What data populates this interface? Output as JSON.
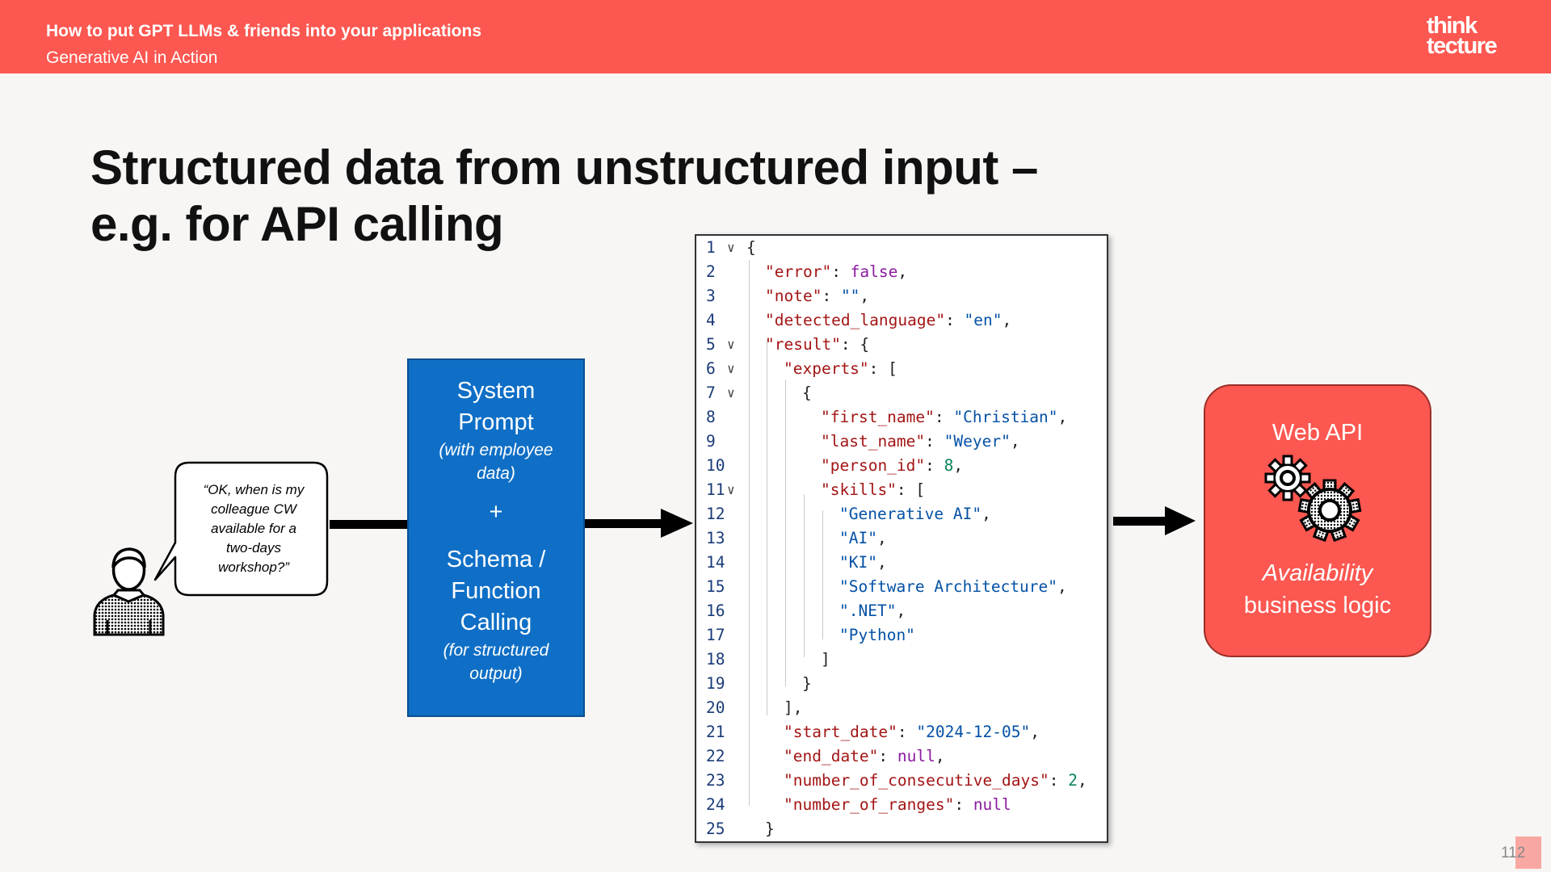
{
  "header": {
    "title": "How to put GPT LLMs & friends into your applications",
    "subtitle": "Generative AI in Action",
    "logo_line1": "think",
    "logo_line2": "tecture"
  },
  "slide": {
    "title_line1": "Structured data from unstructured input –",
    "title_line2": "e.g. for API calling"
  },
  "bubble": {
    "text_lines": [
      "“OK, when is my",
      "colleague CW",
      "available for a",
      "two-days",
      "workshop?”"
    ]
  },
  "system_box": {
    "line1": "System",
    "line2": "Prompt",
    "note_line1": "(with employee",
    "note_line2": "data)",
    "plus": "+",
    "line3": "Schema /",
    "line4": "Function",
    "line5": "Calling",
    "note2_line1": "(for structured",
    "note2_line2": "output)"
  },
  "code": {
    "lines": [
      {
        "n": "1",
        "text": "{"
      },
      {
        "n": "2",
        "text": "\"error\": false,"
      },
      {
        "n": "3",
        "text": "\"note\": \"\","
      },
      {
        "n": "4",
        "text": "\"detected_language\": \"en\","
      },
      {
        "n": "5",
        "text": "\"result\": {"
      },
      {
        "n": "6",
        "text": "\"experts\": ["
      },
      {
        "n": "7",
        "text": "{"
      },
      {
        "n": "8",
        "text": "\"first_name\": \"Christian\","
      },
      {
        "n": "9",
        "text": "\"last_name\": \"Weyer\","
      },
      {
        "n": "10",
        "text": "\"person_id\": 8,"
      },
      {
        "n": "11",
        "text": "\"skills\": ["
      },
      {
        "n": "12",
        "text": "\"Generative AI\","
      },
      {
        "n": "13",
        "text": "\"AI\","
      },
      {
        "n": "14",
        "text": "\"KI\","
      },
      {
        "n": "15",
        "text": "\"Software Architecture\","
      },
      {
        "n": "16",
        "text": "\".NET\","
      },
      {
        "n": "17",
        "text": "\"Python\""
      },
      {
        "n": "18",
        "text": "]"
      },
      {
        "n": "19",
        "text": "}"
      },
      {
        "n": "20",
        "text": "],"
      },
      {
        "n": "21",
        "text": "\"start_date\": \"2024-12-05\","
      },
      {
        "n": "22",
        "text": "\"end_date\": null,"
      },
      {
        "n": "23",
        "text": "\"number_of_consecutive_days\": 2,"
      },
      {
        "n": "24",
        "text": "\"number_of_ranges\": null"
      },
      {
        "n": "25",
        "text": "}"
      }
    ]
  },
  "webapi": {
    "label": "Web API",
    "avail": "Availability",
    "logic": "business logic"
  },
  "page_number": "112",
  "colors": {
    "header": "#fc5750",
    "system_box": "#0f6fc6",
    "webapi": "#fc5750"
  }
}
